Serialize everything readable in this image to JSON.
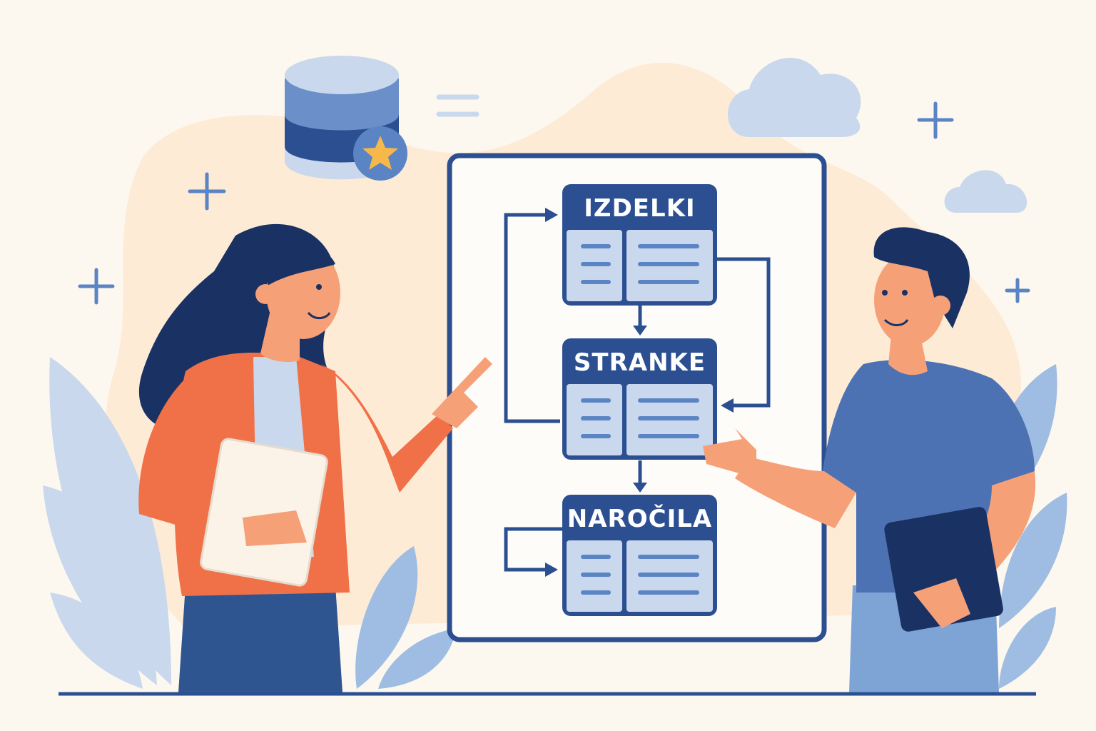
{
  "diagram": {
    "tables": [
      {
        "name": "IZDELKI"
      },
      {
        "name": "STRANKE"
      },
      {
        "name": "NAROČILA"
      }
    ]
  },
  "colors": {
    "background": "#fdf8ef",
    "blob": "#fdebd6",
    "navy": "#2b4f91",
    "light_blue": "#c9d8ec",
    "mid_blue": "#6b8fc9",
    "orange": "#f07048",
    "skin": "#f6a078",
    "star": "#f7b84b"
  }
}
